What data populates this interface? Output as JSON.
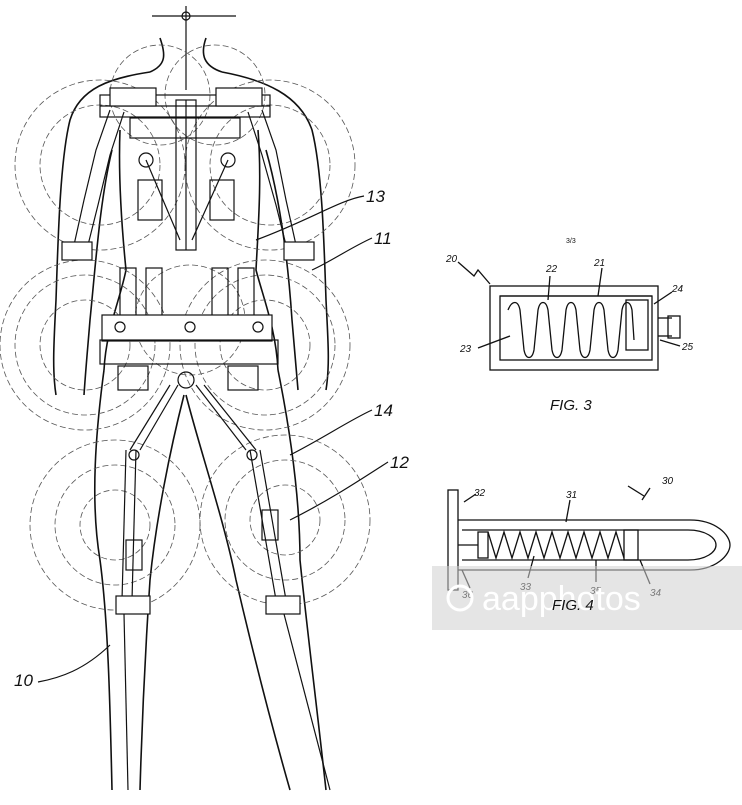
{
  "sheet": {
    "page_number": "3/3",
    "figures": [
      {
        "caption": "FIG. 3",
        "refs": [
          "20",
          "21",
          "22",
          "23",
          "24",
          "25"
        ]
      },
      {
        "caption": "FIG. 4",
        "refs": [
          "30",
          "31",
          "32",
          "33",
          "34",
          "35",
          "36"
        ]
      }
    ],
    "body_refs": [
      "10",
      "11",
      "12",
      "13",
      "14"
    ]
  },
  "watermark": {
    "text": "aapphotos",
    "color": "#cfcfcf"
  },
  "colors": {
    "line": "#111111",
    "guide_circles": "#555555",
    "paper": "#ffffff"
  }
}
